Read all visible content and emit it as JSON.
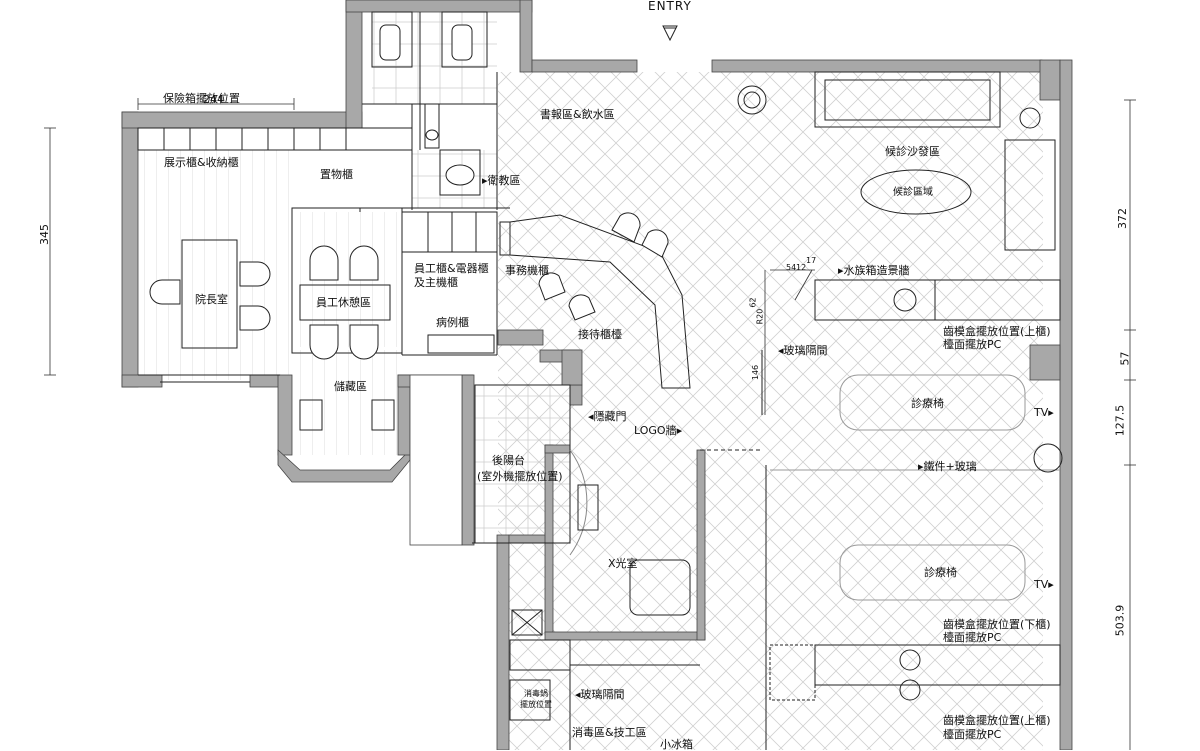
{
  "entry": "ENTRY",
  "rooms": {
    "safe_box": "保險箱擺放位置",
    "display_cabinet": "展示櫃&收納櫃",
    "shelf_cabinet": "置物櫃",
    "director_room": "院長室",
    "staff_lounge": "員工休憩區",
    "staff_cabinet_1": "員工櫃&電器櫃",
    "staff_cabinet_2": "及主機櫃",
    "records_cabinet": "病例櫃",
    "storage": "儲藏區",
    "hygiene": "衛教區",
    "reading_water": "書報區&飲水區",
    "office_cabinet": "事務機櫃",
    "reception_counter": "接待櫃檯",
    "waiting_sofa": "候診沙發區",
    "waiting_area": "候診區域",
    "aquarium_wall": "水族箱造景牆",
    "glass_partition_1": "玻璃隔間",
    "hidden_door": "隱藏門",
    "logo_wall": "LOGO牆",
    "balcony_1": "後陽台",
    "balcony_2": "(室外機擺放位置)",
    "xray": "X光室",
    "dental_chair_1": "診療椅",
    "dental_chair_2": "診療椅",
    "iron_glass": "鐵件+玻璃",
    "tv_1": "TV",
    "tv_2": "TV",
    "model_box_upper_1": "齒模盒擺放位置(上櫃)",
    "model_box_upper_2": "檯面擺放PC",
    "model_box_lower_1": "齒模盒擺放位置(下櫃)",
    "model_box_lower_2": "檯面擺放PC",
    "model_box_upper_b1": "齒模盒擺放位置(上櫃)",
    "model_box_upper_b2": "檯面擺放PC",
    "glass_partition_2": "玻璃隔間",
    "sterilizer_1": "消毒鍋",
    "sterilizer_2": "擺放位置",
    "sterilize_tech": "消毒區&技工區",
    "fridge": "小冰箱"
  },
  "dimensions": {
    "d244": "244",
    "d345": "345",
    "d372": "372",
    "d57": "57",
    "d1275": "127.5",
    "d5039": "503.9",
    "d54": "54",
    "d12": "12",
    "d17": "17",
    "d62": "62",
    "r20": "R20",
    "d146": "146"
  },
  "colors": {
    "wall": "#a8a8a8",
    "line": "#222222",
    "pattern": "#c8c8c8"
  }
}
